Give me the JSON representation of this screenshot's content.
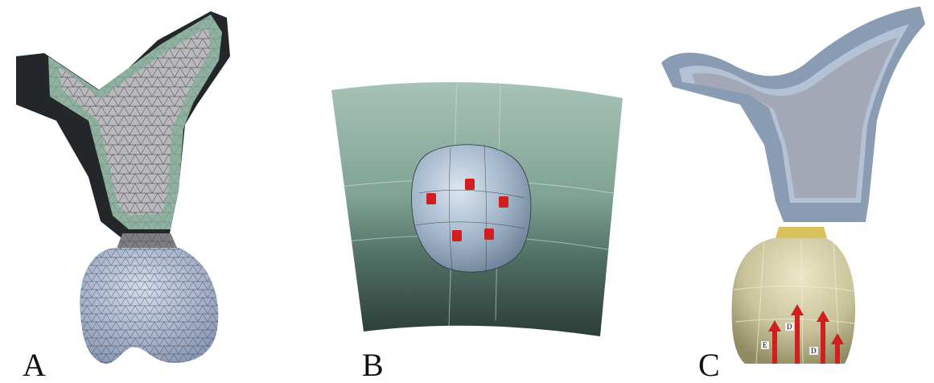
{
  "figure": {
    "panels": [
      {
        "id": "A",
        "label": "A"
      },
      {
        "id": "B",
        "label": "B"
      },
      {
        "id": "C",
        "label": "C"
      }
    ],
    "callouts": {
      "c_arrow_labels": [
        "D",
        "E",
        "D"
      ]
    },
    "colors": {
      "mesh_green": "#8fb2a0",
      "mesh_gray": "#b9b9bd",
      "crown_blue": "#b3c2da",
      "surface_teal": "#7fa394",
      "marker_red": "#d21e1e",
      "c_outer_blue": "#8a9cb3",
      "c_inner_gray": "#a4a8b6",
      "c_crown_olive": "#c8c39a",
      "c_ring_gold": "#d9c25a"
    }
  }
}
